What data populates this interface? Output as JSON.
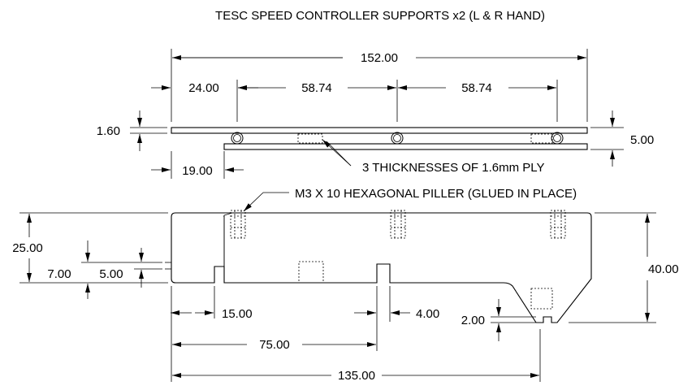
{
  "title": "TESC SPEED CONTROLLER SUPPORTS x2 (L & R HAND)",
  "dimensions": {
    "overall_top": "152.00",
    "offset_first_pillar": "24.00",
    "pillar_spacing_1": "58.74",
    "pillar_spacing_2": "58.74",
    "ply_thickness": "1.60",
    "assembly_height": "5.00",
    "lower_plate_offset": "19.00",
    "side_overall_height": "25.00",
    "notch_height": "7.00",
    "notch_depth": "5.00",
    "right_height": "40.00",
    "first_notch_pos": "15.00",
    "slot_width": "4.00",
    "mid_notch_pos": "75.00",
    "bottom_notch_depth": "2.00",
    "overall_bottom": "135.00"
  },
  "notes": {
    "ply": "3 THICKNESSES OF 1.6mm PLY",
    "pillar": "M3 X 10 HEXAGONAL PILLER (GLUED IN PLACE)"
  }
}
